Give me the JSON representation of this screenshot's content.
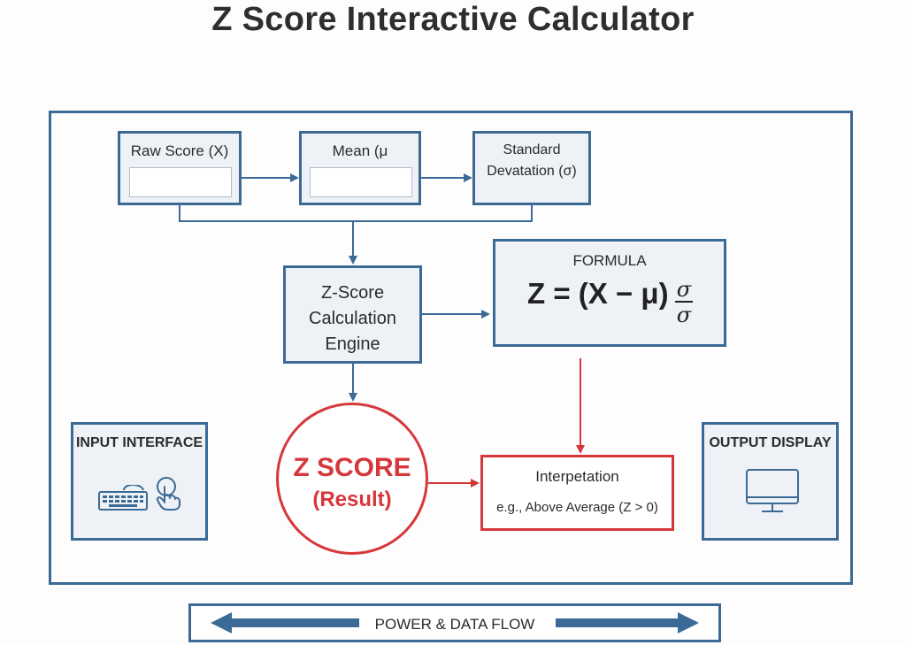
{
  "title": "Z Score Interactive Calculator",
  "inputs": [
    {
      "label": "Raw Score (X)",
      "value": ""
    },
    {
      "label": "Mean (μ",
      "value": ""
    },
    {
      "label_line1": "Standard",
      "label_line2": "Devatation (σ)"
    }
  ],
  "engine": {
    "line1": "Z-Score",
    "line2": "Calculation",
    "line3": "Engine"
  },
  "formula": {
    "title": "FORMULA",
    "expression": "Z = (X − μ)",
    "numerator": "σ",
    "denominator": "σ"
  },
  "result": {
    "label": "Z SCORE",
    "sublabel": "(Result)"
  },
  "interpretation": {
    "title": "Interpetation",
    "example": "e.g., Above Average (Z > 0)"
  },
  "input_interface": {
    "title": "INPUT INTERFACE",
    "icons": [
      "keyboard-icon",
      "touch-hand-icon"
    ]
  },
  "output_display": {
    "title": "OUTPUT DISPLAY",
    "icons": [
      "monitor-icon"
    ]
  },
  "flow": {
    "label": "POWER & DATA FLOW"
  },
  "colors": {
    "blue": "#3c6a96",
    "red": "#d6373a",
    "box_fill": "#eef2f6"
  }
}
